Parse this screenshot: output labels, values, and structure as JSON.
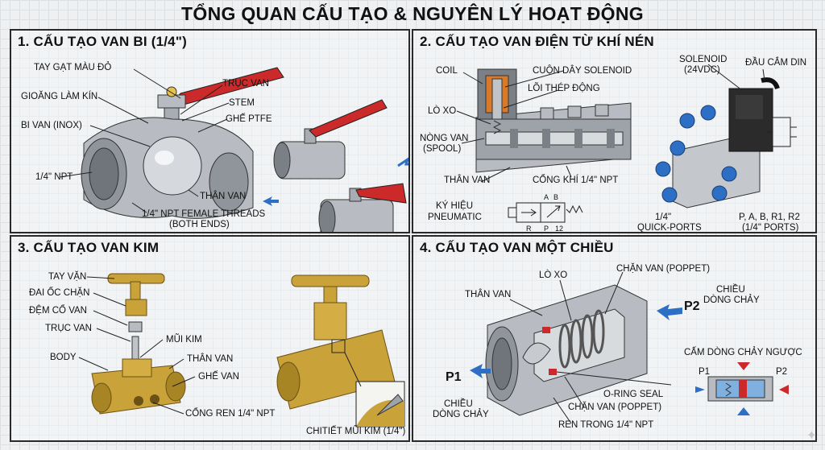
{
  "title": "TỔNG QUAN CẤU TẠO & NGUYÊN LÝ HOẠT ĐỘNG",
  "p1": {
    "title": "1. CẤU TẠO VAN BI (1/4\")",
    "labels": {
      "lever": "TAY GẠT MÀU ĐỎ",
      "seal": "GIOĂNG LÀM KÍN",
      "ball": "BI VAN (INOX)",
      "npt": "1/4\" NPT",
      "shaft": "TRỤC VAN",
      "stem": "STEM",
      "ptfe": "GHẾ PTFE",
      "body": "THÂN VAN",
      "threads1": "1/4\" NPT FEMALE THREADS",
      "threads2": "(BOTH ENDS)"
    }
  },
  "p2": {
    "title": "2. CẤU TẠO VAN ĐIỆN TỪ KHÍ NÉN",
    "labels": {
      "coil": "COIL",
      "solenoid_coil": "CUỘN DÂY SOLENOID",
      "core": "LÕI THÉP ĐỘNG",
      "spring": "LÒ XO",
      "spool1": "NÒNG VAN",
      "spool2": "(SPOOL)",
      "body": "THÂN VAN",
      "port": "CỔNG KHÍ 1/4\" NPT",
      "symbol1": "KÝ HIỆU",
      "symbol2": "PNEUMATIC",
      "sol1": "SOLENOID",
      "sol2": "(24VDC)",
      "din": "ĐẦU CẮM DIN",
      "quick1": "1/4\"",
      "quick2": "QUICK-PORTS",
      "ports1": "P, A, B, R1, R2",
      "ports2": "(1/4\" PORTS)",
      "sym_a": "A",
      "sym_b": "B",
      "sym_p": "P",
      "sym_r": "R",
      "sym_12": "12"
    }
  },
  "p3": {
    "title": "3. CẤU TẠO VAN KIM",
    "labels": {
      "handle": "TAY VẶN",
      "nut": "ĐAI ỐC CHẶN",
      "gland": "ĐỆM CỔ VAN",
      "stem": "TRỤC VAN",
      "needle": "MŨI KIM",
      "body_en": "BODY",
      "body": "THÂN VAN",
      "seat": "GHẾ VAN",
      "port": "CỔNG REN 1/4\" NPT",
      "detail": "CHITIẾT MŨI KIM (1/4\")"
    }
  },
  "p4": {
    "title": "4. CẤU TẠO VAN MỘT CHIỀU",
    "labels": {
      "spring": "LÒ XO",
      "poppet_top": "CHẶN VAN (POPPET)",
      "body": "THÂN VAN",
      "p2": "P2",
      "flow1": "CHIỀU",
      "flow2": "DÒNG CHẢY",
      "block": "CẤM DÒNG CHẢY NGƯỢC",
      "p1": "P1",
      "flow_b1": "CHIỀU",
      "flow_b2": "DÒNG CHẢY",
      "oring": "O-RING SEAL",
      "poppet_bot": "CHẶN VAN (POPPET)",
      "thread": "REN TRONG 1/4\" NPT",
      "mini_p1": "P1",
      "mini_p2": "P2"
    }
  },
  "colors": {
    "brass": "#c9a23a",
    "steel": "#b8bcc2",
    "red": "#cc2a2a",
    "blue": "#2d6fc4"
  }
}
